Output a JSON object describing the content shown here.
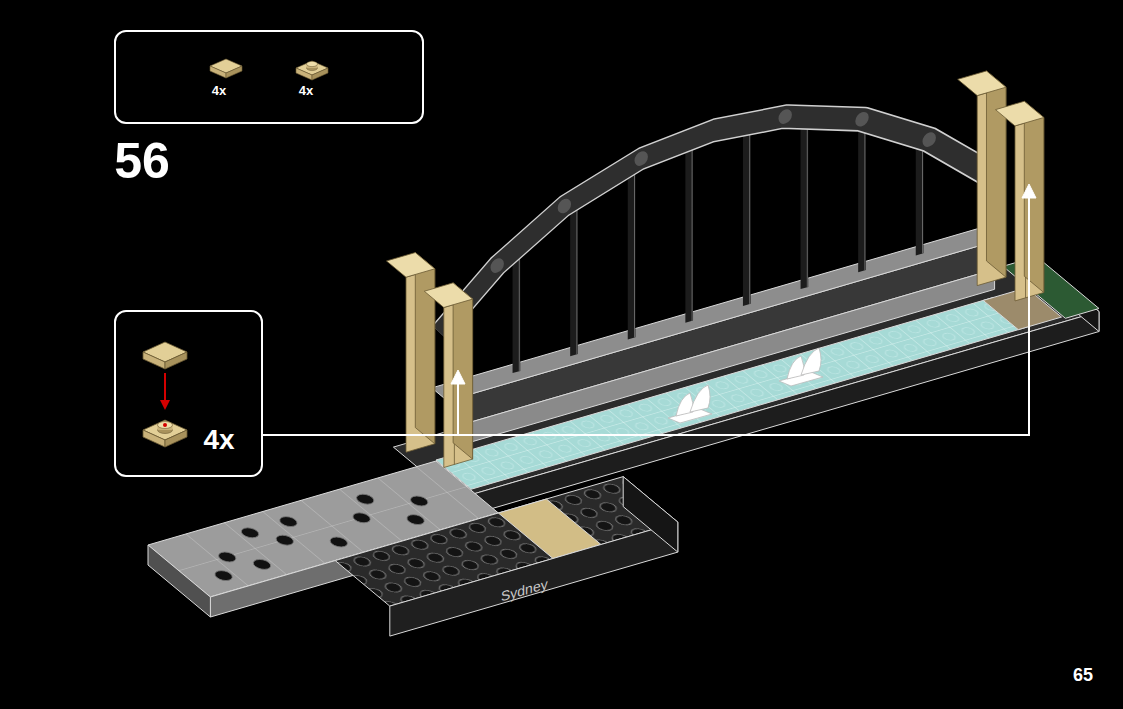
{
  "diagram": {
    "nodes": [
      {
        "text": [
          "4x",
          "4x"
        ]
      },
      {
        "text": [
          "4x"
        ]
      }
    ],
    "labels": [
      "56",
      "Sydney",
      "65"
    ]
  }
}
